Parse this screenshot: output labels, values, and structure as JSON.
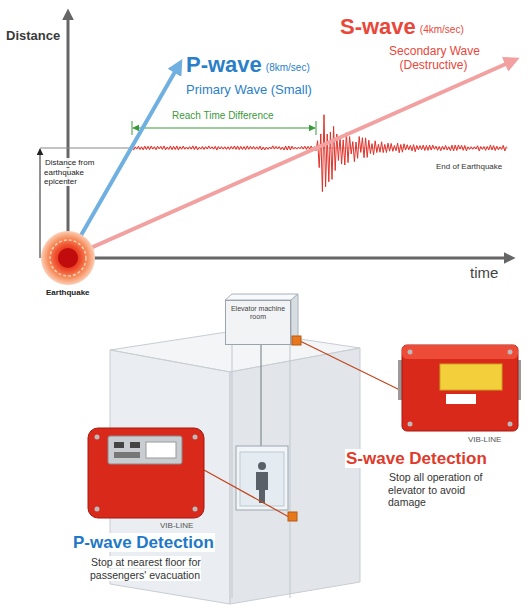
{
  "diagram": {
    "nodes": [
      {
        "text": [
          "Elevator machine room"
        ]
      }
    ],
    "labels": [
      "Distance",
      "S-wave",
      "(4km/sec)",
      "Secondary Wave (Destructive)",
      "P-wave",
      "(8km/sec)",
      "Primary Wave (Small)",
      "Reach Time Difference",
      "Distance from earthquake epicenter",
      "End of Earthquake",
      "time",
      "Earthquake",
      "VIB-LINE",
      "S-wave Detection",
      "Stop all operation of elevator to avoid damage",
      "VIB-LINE",
      "P-wave Detection",
      "Stop at nearest floor for passengers' evacuation"
    ]
  }
}
